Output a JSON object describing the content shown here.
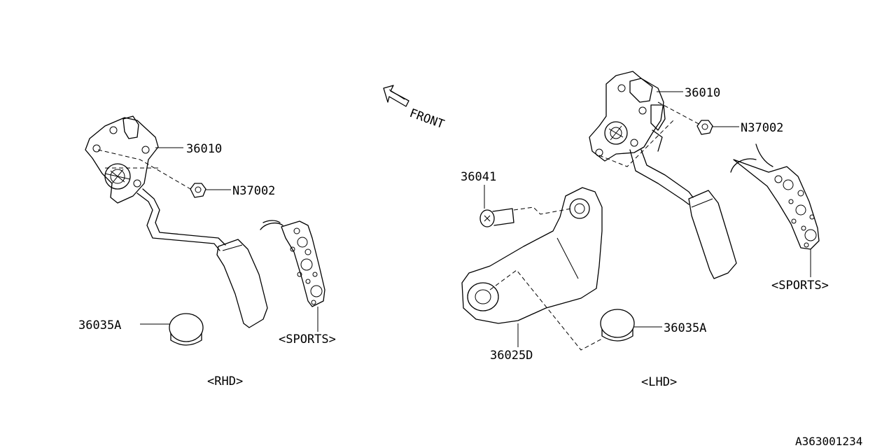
{
  "labels": {
    "rhd_sensor": "36010",
    "rhd_nut": "N37002",
    "rhd_stopper": "36035A",
    "rhd_sports": "<SPORTS>",
    "rhd_caption": "<RHD>",
    "front": "FRONT",
    "lhd_bolt": "36041",
    "lhd_bracket": "36025D",
    "lhd_sensor": "36010",
    "lhd_nut": "N37002",
    "lhd_stopper": "36035A",
    "lhd_sports": "<SPORTS>",
    "lhd_caption": "<LHD>",
    "figure_id": "A363001234"
  }
}
